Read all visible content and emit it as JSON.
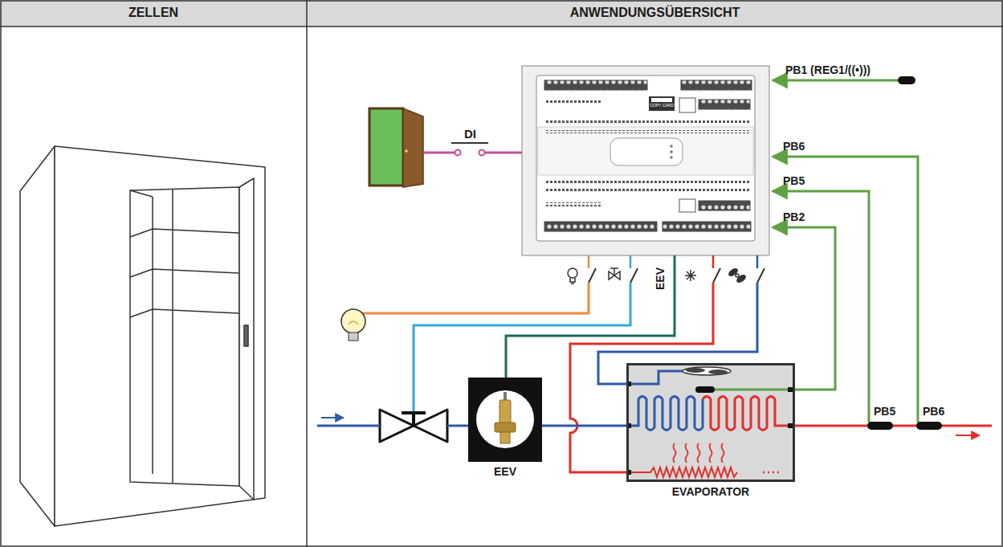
{
  "diagram": {
    "nodes": [
      {
        "text": [
          "EEV"
        ]
      },
      {
        "text": [
          "EVAPORATOR"
        ]
      }
    ],
    "edges": [
      {
        "from": 0,
        "to": 1,
        "arrow": "none"
      }
    ],
    "labels": [
      "ZELLEN",
      "ANWENDUNGSÜBERSICHT",
      "COPY CARD",
      "PB1 (REG1/((•)))",
      "DI",
      "PB6",
      "PB5",
      "PB2",
      "EEV",
      "PB5",
      "PB6"
    ]
  }
}
